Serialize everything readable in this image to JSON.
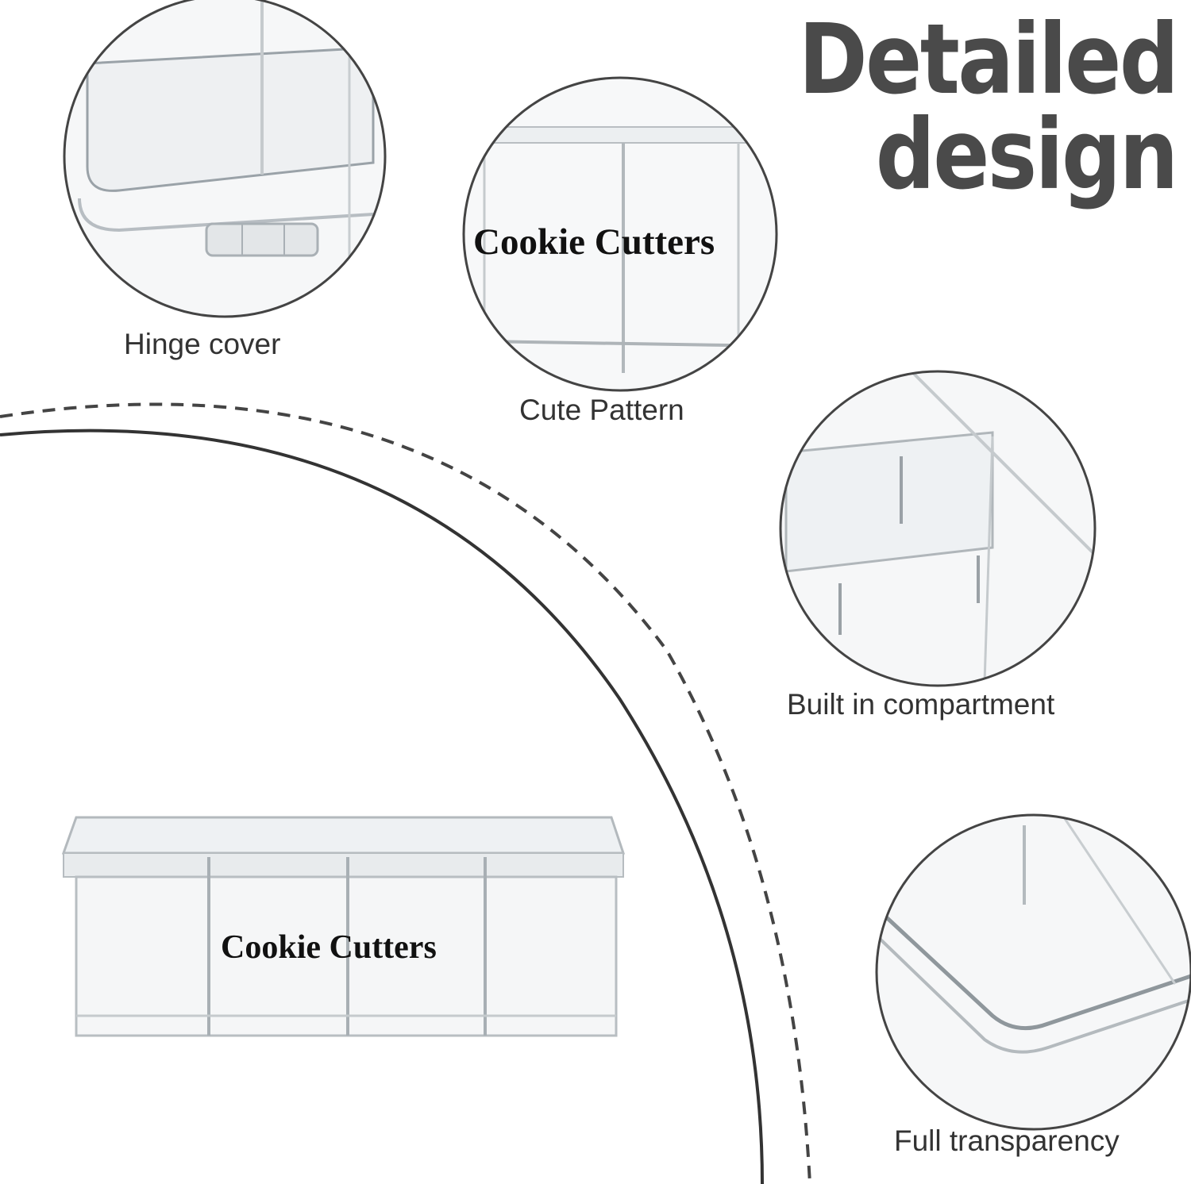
{
  "headline": {
    "line1": "Detailed",
    "line2": "design"
  },
  "features": [
    {
      "caption": "Hinge cover"
    },
    {
      "caption": "Cute Pattern"
    },
    {
      "caption": "Built in compartment"
    },
    {
      "caption": "Full transparency"
    }
  ],
  "product_label": "Cookie Cutters",
  "colors": {
    "headline": "#4a4a4a",
    "caption": "#333333",
    "outline": "#444444"
  }
}
